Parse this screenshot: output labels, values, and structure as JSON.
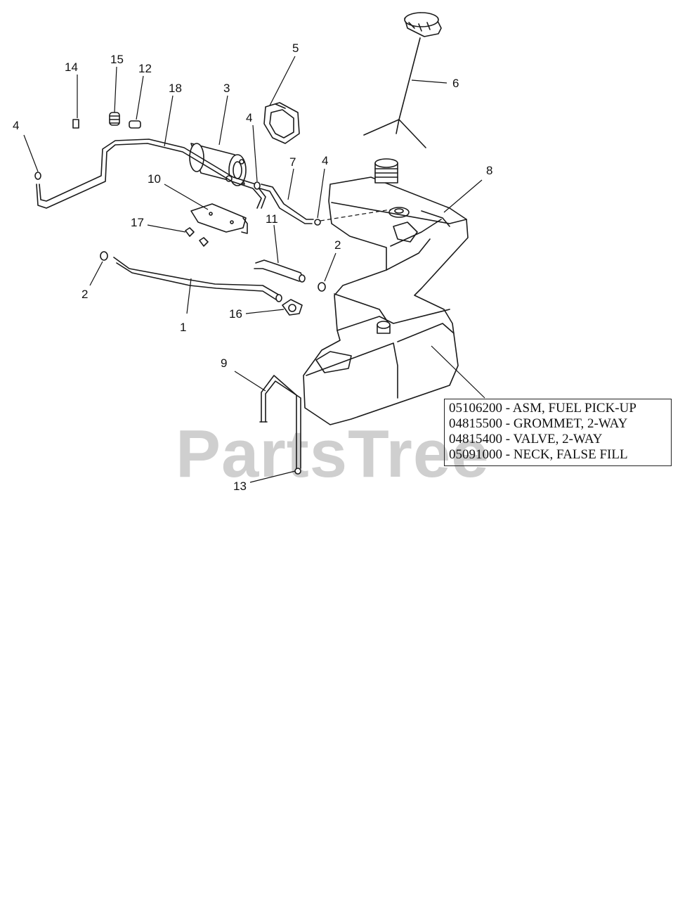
{
  "watermark": "PartsTree",
  "callouts": {
    "c1": "1",
    "c2a": "2",
    "c2b": "2",
    "c3": "3",
    "c4a": "4",
    "c4b": "4",
    "c4c": "4",
    "c5": "5",
    "c6": "6",
    "c7": "7",
    "c8": "8",
    "c9": "9",
    "c10": "10",
    "c11": "11",
    "c12": "12",
    "c13": "13",
    "c14": "14",
    "c15": "15",
    "c16": "16",
    "c17": "17",
    "c18": "18"
  },
  "parts_note": {
    "lines": [
      "05106200 - ASM, FUEL PICK-UP",
      "04815500 - GROMMET, 2-WAY",
      "04815400 - VALVE, 2-WAY",
      "05091000 - NECK, FALSE FILL"
    ]
  }
}
